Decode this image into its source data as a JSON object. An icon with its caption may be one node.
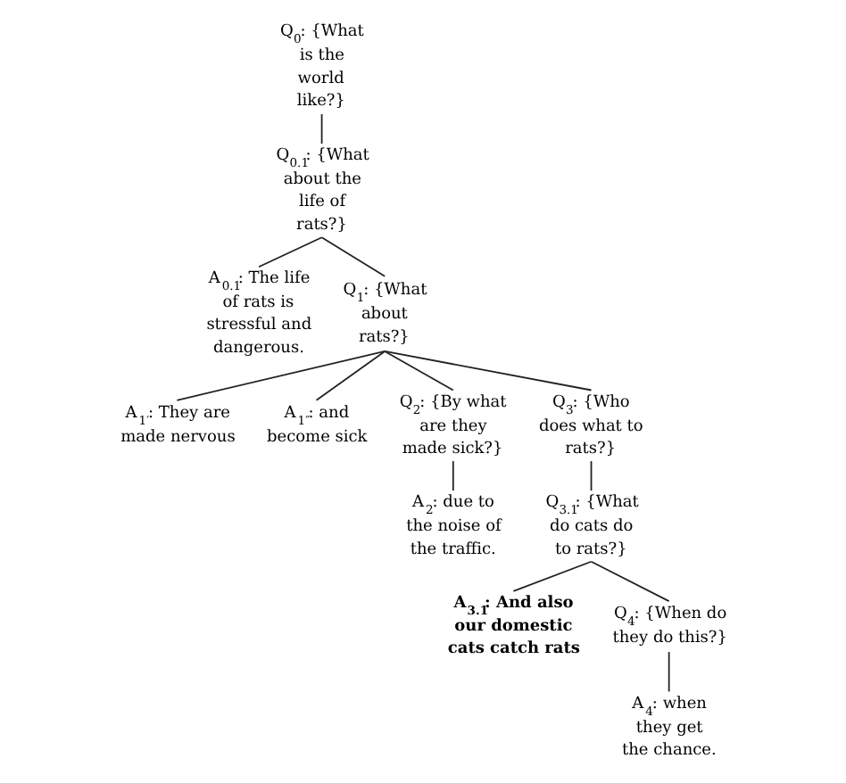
{
  "diagram": {
    "nodes": [
      {
        "text": [
          "Q$_{0}$: {What is the world like?}"
        ]
      },
      {
        "text": [
          "Q$_{0.1}$: {What about the life of rats?}"
        ]
      },
      {
        "text": [
          "A$_{0.1}$: The life of rats is stressful and dangerous."
        ]
      },
      {
        "text": [
          "Q$_{1}$: {What about rats?}"
        ]
      },
      {
        "text": [
          "A$_{1′}$: They are made nervous"
        ]
      },
      {
        "text": [
          "A$_{1″}$: and become sick"
        ]
      },
      {
        "text": [
          "Q$_{2}$: {By what are they made sick?}"
        ]
      },
      {
        "text": [
          "Q$_{3}$: {Who does what to rats?}"
        ]
      },
      {
        "text": [
          "A$_{2}$: due to the noise of the traffic."
        ]
      },
      {
        "text": [
          "Q$_{3.1}$: {What do cats do to rats?}"
        ]
      },
      {
        "text": [
          "A$_{3.1}$: And also our domestic cats catch rats"
        ]
      },
      {
        "text": [
          "Q$_{4}$: {When do they do this?}"
        ]
      },
      {
        "text": [
          "A$_{4}$: when they get the chance."
        ]
      }
    ],
    "edges": [
      {
        "from": 0,
        "to": 1,
        "arrow": "none"
      },
      {
        "from": 1,
        "to": 2,
        "arrow": "none"
      },
      {
        "from": 1,
        "to": 3,
        "arrow": "none"
      },
      {
        "from": 3,
        "to": 4,
        "arrow": "none"
      },
      {
        "from": 3,
        "to": 5,
        "arrow": "none"
      },
      {
        "from": 3,
        "to": 6,
        "arrow": "none"
      },
      {
        "from": 3,
        "to": 7,
        "arrow": "none"
      },
      {
        "from": 6,
        "to": 8,
        "arrow": "none"
      },
      {
        "from": 7,
        "to": 9,
        "arrow": "none"
      },
      {
        "from": 9,
        "to": 10,
        "arrow": "none"
      },
      {
        "from": 9,
        "to": 11,
        "arrow": "none"
      },
      {
        "from": 11,
        "to": 12,
        "arrow": "none"
      }
    ]
  }
}
